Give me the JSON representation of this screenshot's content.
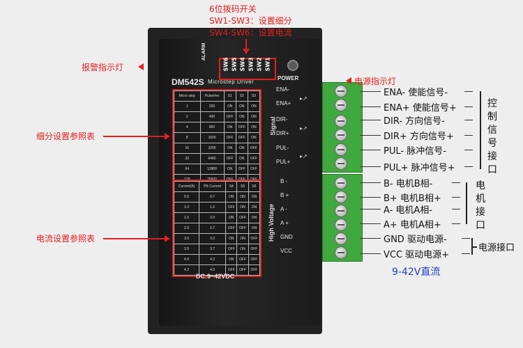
{
  "device": {
    "model": "DM542S",
    "subtitle": "Microstep Driver",
    "power_label": "POWER",
    "alarm_label": "ALARM",
    "dc_label": "DC:9~42VDC",
    "signal_label": "Signal",
    "hv_label": "High Voltage",
    "switches": [
      "SW6",
      "SW5",
      "SW4",
      "SW3",
      "SW2",
      "SW1"
    ],
    "signal_pins": [
      "ENA-",
      "ENA+",
      "DIR-",
      "DIR+",
      "PUL-",
      "PUL+"
    ],
    "power_pins": [
      "B -",
      "B +",
      "A -",
      "A +",
      "GND",
      "VCC"
    ]
  },
  "table1": {
    "header": [
      "Micro step",
      "Pulse/rev",
      "S1",
      "S2",
      "S3"
    ],
    "rows": [
      [
        "1",
        "200",
        "ON",
        "ON",
        "ON"
      ],
      [
        "2",
        "400",
        "OFF",
        "ON",
        "ON"
      ],
      [
        "4",
        "800",
        "ON",
        "OFF",
        "ON"
      ],
      [
        "8",
        "1600",
        "OFF",
        "OFF",
        "ON"
      ],
      [
        "16",
        "3200",
        "ON",
        "ON",
        "OFF"
      ],
      [
        "32",
        "6400",
        "OFF",
        "ON",
        "OFF"
      ],
      [
        "64",
        "12800",
        "ON",
        "OFF",
        "OFF"
      ],
      [
        "128",
        "25600",
        "OFF",
        "OFF",
        "OFF"
      ]
    ]
  },
  "table2": {
    "header": [
      "Current(A)",
      "PK Current",
      "S4",
      "S5",
      "S6"
    ],
    "rows": [
      [
        "0.5",
        "0.7",
        "ON",
        "ON",
        "ON"
      ],
      [
        "1.0",
        "1.2",
        "OFF",
        "ON",
        "ON"
      ],
      [
        "1.5",
        "2.0",
        "ON",
        "OFF",
        "ON"
      ],
      [
        "2.5",
        "2.7",
        "OFF",
        "OFF",
        "ON"
      ],
      [
        "3.0",
        "3.2",
        "ON",
        "ON",
        "OFF"
      ],
      [
        "3.5",
        "3.7",
        "OFF",
        "ON",
        "OFF"
      ],
      [
        "4.0",
        "4.2",
        "ON",
        "OFF",
        "OFF"
      ],
      [
        "4.2",
        "4.5",
        "OFF",
        "OFF",
        "OFF"
      ]
    ]
  },
  "annotations": {
    "dip_title": "6位拨码开关",
    "dip_line1": "SW1-SW3：设置细分",
    "dip_line2": "SW4-SW6：设置电流",
    "alarm": "报警指示灯",
    "power_led": "电源指示灯",
    "microstep_table": "细分设置参照表",
    "current_table": "电流设置参照表",
    "pins": [
      "ENA- 使能信号-",
      "ENA+ 使能信号+",
      "DIR- 方向信号-",
      "DIR+ 方向信号+",
      "PUL- 脉冲信号-",
      "PUL+ 脉冲信号+",
      "B- 电机B相-",
      "B+ 电机B相+",
      "A- 电机A相-",
      "A+ 电机A相+",
      "GND 驱动电源-",
      "VCC 驱动电源+"
    ],
    "group_control": "控制信号接口",
    "group_motor": "电机接口",
    "group_power": "电源接口",
    "voltage": "9-42V直流"
  },
  "colors": {
    "accent": "#e02020",
    "terminal": "#3fa83f",
    "label_blue": "#2040c0"
  }
}
